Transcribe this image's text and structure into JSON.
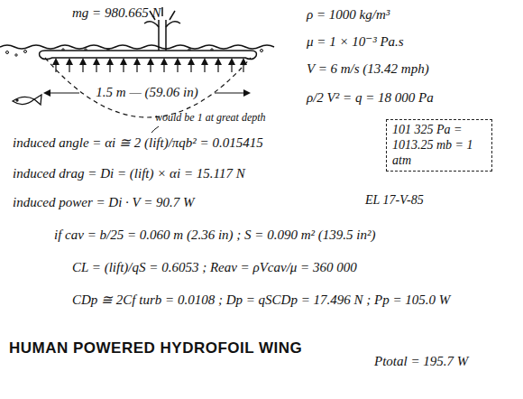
{
  "diagram": {
    "title": "HUMAN POWERED HYDROFOIL WING",
    "nodes": [
      {
        "text": [
          "101 325 Pa = 1013.25 mb = 1 atm"
        ]
      }
    ],
    "labels": [
      "mg = 980.665 N",
      "ρ = 1000 kg/m³",
      "μ = 1 × 10⁻³ Pa.s",
      "V = 6 m/s (13.42 mph)",
      "ρ/2 V² = q = 18 000 Pa",
      "1.5 m — (59.06 in)",
      "would be 1 at great depth",
      "induced angle = αi ≅ 2 (lift)/πqb² = 0.015415",
      "induced drag = Di = (lift) × αi = 15.117 N",
      "induced power = Di · V = 90.7 W",
      "EL 17-V-85",
      "if cav = b/25 = 0.060 m (2.36 in) ; S = 0.090 m² (139.5 in²)",
      "CL = (lift)/qS = 0.6053 ; Reav = ρVcav/μ = 360 000",
      "CDp ≅ 2Cf turb = 0.0108 ; Dp = qSCDp = 17.496 N ; Pp = 105.0 W",
      "Ptotal = 195.7 W"
    ]
  }
}
